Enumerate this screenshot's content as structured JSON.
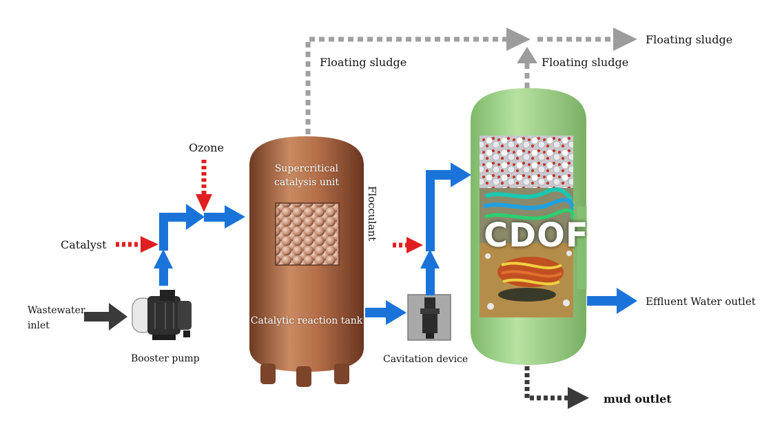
{
  "labels": {
    "floating_sludge_left": "Floating sludge",
    "floating_sludge_mid": "Floating sludge",
    "floating_sludge_right": "Floating sludge",
    "ozone": "Ozone",
    "catalyst": "Catalyst",
    "wastewater_inlet": "Wastewater inlet",
    "booster_pump": "Booster pump",
    "supercritical_unit": "Supercritical catalysis unit",
    "catalytic_tank": "Catalytic reaction tank",
    "flocculant": "Flocculant",
    "cavitation_device": "Cavitation device",
    "cdof": "CDOF",
    "effluent_outlet": "Effluent Water outlet",
    "mud_outlet": "mud outlet"
  },
  "colors": {
    "flow_blue": "#1a73d9",
    "dose_red": "#e02020",
    "sludge_gray": "#a0a0a0",
    "inlet_dark": "#3a3a3a",
    "tank_copper": "#b06a45",
    "tank_green": "#9fd18a"
  }
}
